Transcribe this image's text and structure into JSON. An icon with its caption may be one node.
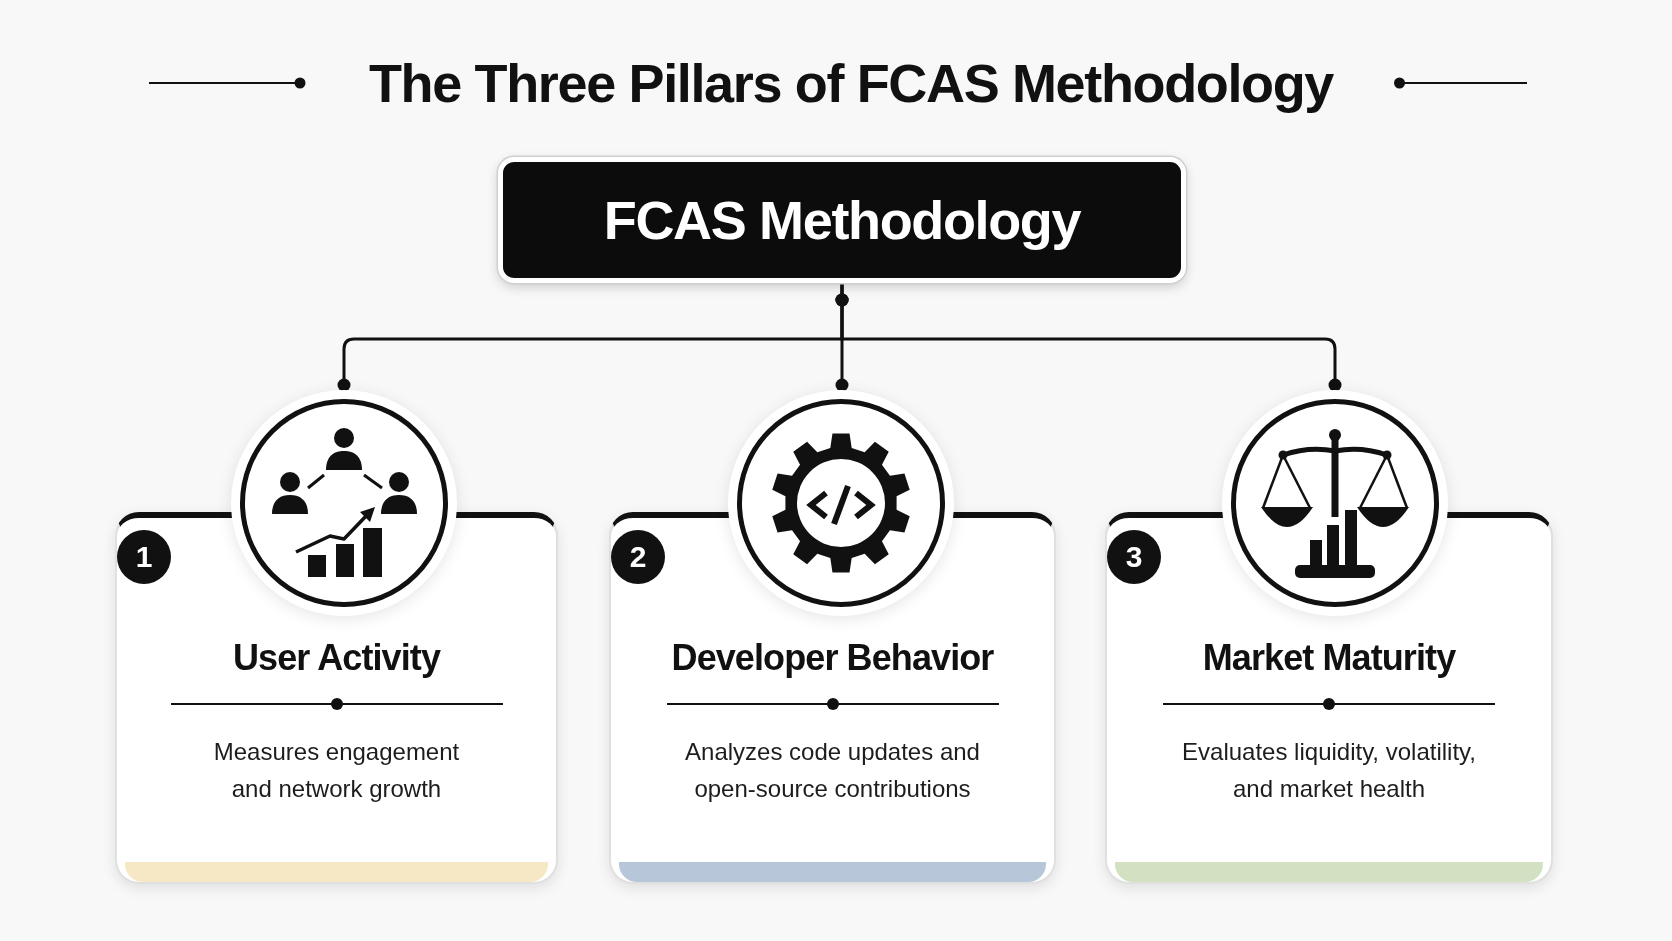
{
  "diagram": {
    "title": "The Three Pillars of FCAS Methodology",
    "nodes": [
      {
        "text": [
          "FCAS Methodology"
        ]
      },
      {
        "text": [],
        "shape": "circle"
      },
      {
        "text": [
          "User Activity",
          "Measures engagement and network growth"
        ]
      },
      {
        "text": [
          "1"
        ],
        "in": 2
      },
      {
        "text": [],
        "shape": "circle"
      },
      {
        "text": [
          "Developer Behavior",
          "Analyzes code updates and open-source contributions"
        ]
      },
      {
        "text": [
          "2"
        ],
        "in": 5
      },
      {
        "text": [],
        "shape": "circle"
      },
      {
        "text": [
          "Market Maturity",
          "Evaluates liquidity, volatility, and market health"
        ]
      },
      {
        "text": [
          "3"
        ],
        "in": 8
      }
    ],
    "edges": [
      {
        "from": 0,
        "to": 1,
        "arrow": "other"
      },
      {
        "from": 0,
        "to": 4,
        "arrow": "other"
      },
      {
        "from": 0,
        "to": 7,
        "arrow": "other"
      }
    ]
  }
}
